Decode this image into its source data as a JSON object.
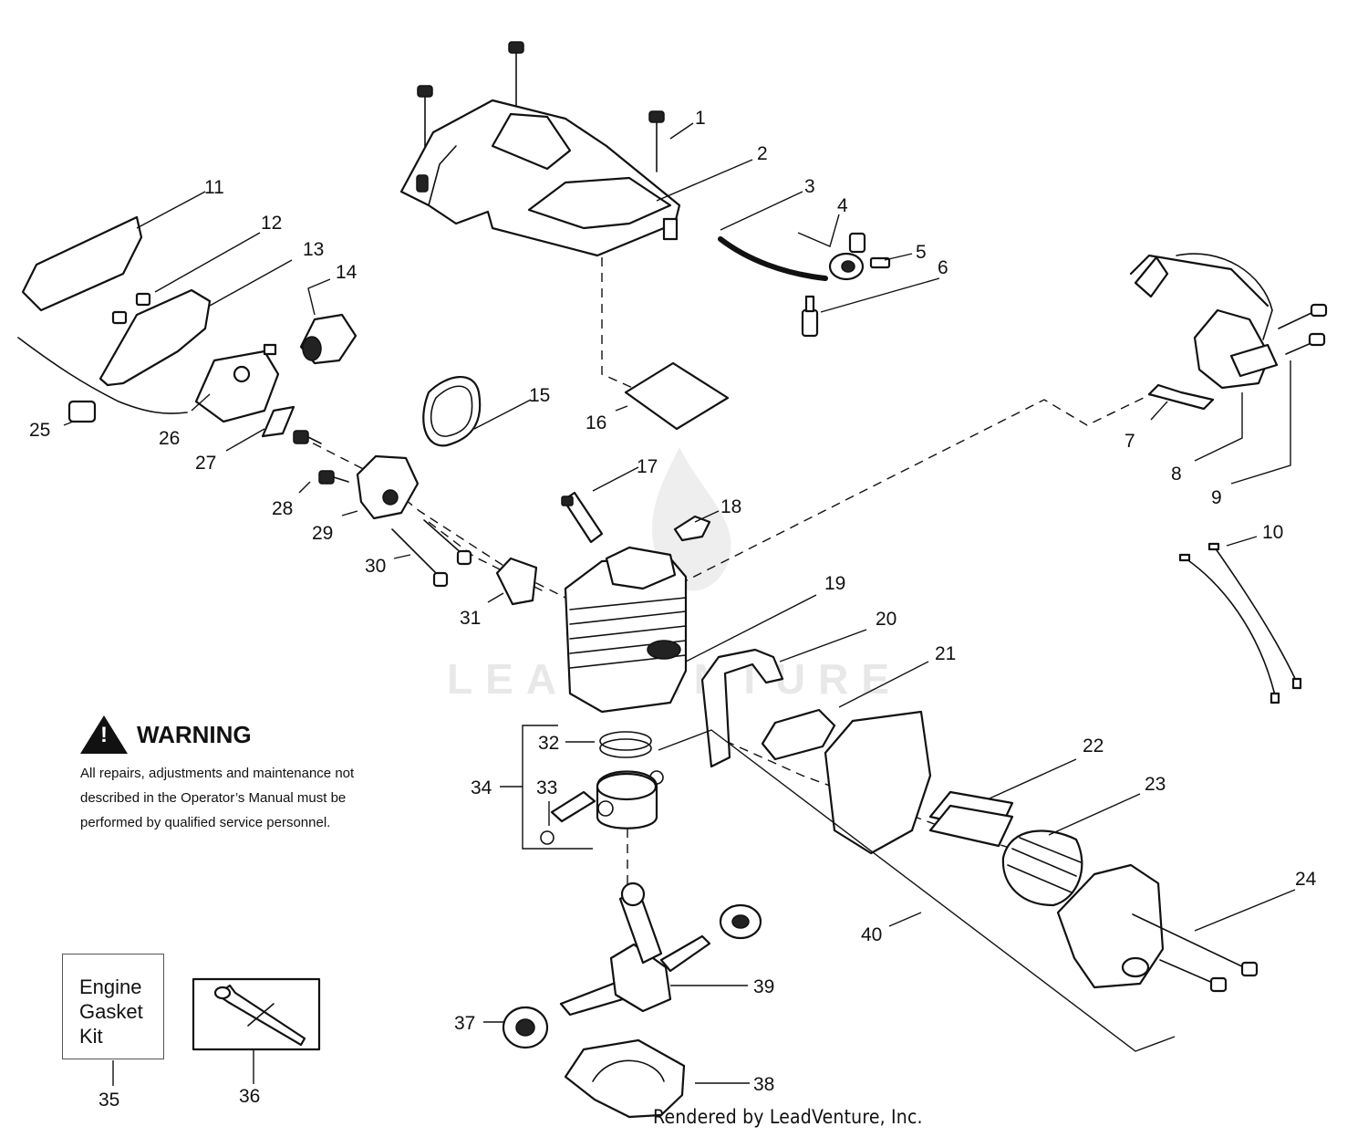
{
  "warning": {
    "title": "WARNING",
    "line1": "All repairs, adjustments and maintenance not",
    "line2": "described in the Operator’s Manual must be",
    "line3": "performed by qualified  service personnel."
  },
  "kit": {
    "line1": "Engine",
    "line2": "Gasket",
    "line3": "Kit"
  },
  "watermark": "LEADVENTURE",
  "footer": "Rendered by LeadVenture, Inc.",
  "callouts": {
    "c1": "1",
    "c2": "2",
    "c3": "3",
    "c4": "4",
    "c5": "5",
    "c6": "6",
    "c7": "7",
    "c8": "8",
    "c9": "9",
    "c10": "10",
    "c11": "11",
    "c12": "12",
    "c13": "13",
    "c14": "14",
    "c15": "15",
    "c16": "16",
    "c17": "17",
    "c18": "18",
    "c19": "19",
    "c20": "20",
    "c21": "21",
    "c22": "22",
    "c23": "23",
    "c24": "24",
    "c25": "25",
    "c26": "26",
    "c27": "27",
    "c28": "28",
    "c29": "29",
    "c30": "30",
    "c31": "31",
    "c32": "32",
    "c33": "33",
    "c34": "34",
    "c35": "35",
    "c36": "36",
    "c37": "37",
    "c38": "38",
    "c39": "39",
    "c40": "40"
  }
}
